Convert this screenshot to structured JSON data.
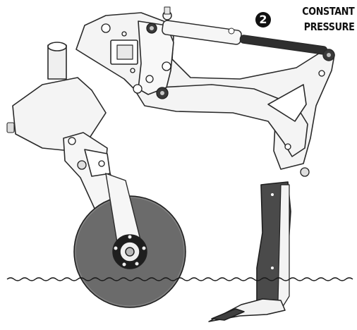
{
  "title": {
    "step_number": "2",
    "line1": "CONSTANT",
    "line2": "PRESSURE"
  },
  "colors": {
    "outline": "#2a2a2a",
    "frame_fill": "#f4f4f4",
    "shank_fill": "#4a4a4a",
    "disc_fill": "#6b6b6b",
    "title_text": "#111111"
  }
}
